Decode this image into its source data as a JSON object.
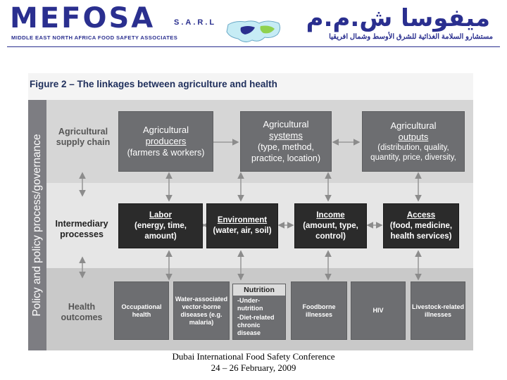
{
  "header": {
    "logo_en": "MEFOSA",
    "logo_suffix": "S.A.R.L",
    "logo_tagline": "MIDDLE EAST NORTH AFRICA FOOD SAFETY ASSOCIATES",
    "logo_ar": "ميفوسا ش.م.م",
    "logo_ar_tagline": "مستشارو السلامة الغذائية للشرق الأوسط وشمال افريقيا",
    "brand_color": "#2a2f8f"
  },
  "figure": {
    "title": "Figure 2 – The linkages between agriculture and health",
    "side_label": "Policy and policy process/governance",
    "rows": {
      "supply_chain": "Agricultural supply chain",
      "intermediary": "Intermediary processes",
      "health": "Health outcomes"
    },
    "top_boxes": [
      {
        "title": "Agricultural",
        "title_u": "producers",
        "sub": "(farmers & workers)"
      },
      {
        "title": "Agricultural",
        "title_u": "systems",
        "sub": "(type, method, practice, location)"
      },
      {
        "title": "Agricultural",
        "title_u": "outputs",
        "sub": "(distribution, quality, quantity, price, diversity,"
      }
    ],
    "mid_boxes": [
      {
        "title": "Labor",
        "sub": "(energy, time, amount)"
      },
      {
        "title": "Environment",
        "sub": "(water, air, soil)"
      },
      {
        "title": "Income",
        "sub": "(amount, type, control)"
      },
      {
        "title": "Access",
        "sub": "(food, medicine, health services)"
      }
    ],
    "bottom_boxes": {
      "occupational": "Occupational health",
      "water": "Water-associated vector-borne diseases (e.g. malaria)",
      "nutrition_title": "Nutrition",
      "nutrition_items": [
        "-Under-nutrition",
        "-Diet-related chronic disease"
      ],
      "foodborne": "Foodborne illnesses",
      "hiv": "HIV",
      "livestock": "Livestock-related illnesses"
    },
    "colors": {
      "box_gray": "#6d6e71",
      "box_dark": "#2b2b2b",
      "side_bar": "#7d7d82"
    }
  },
  "footer": {
    "line1": "Dubai International Food Safety Conference",
    "line2": "24 – 26 February, 2009"
  }
}
